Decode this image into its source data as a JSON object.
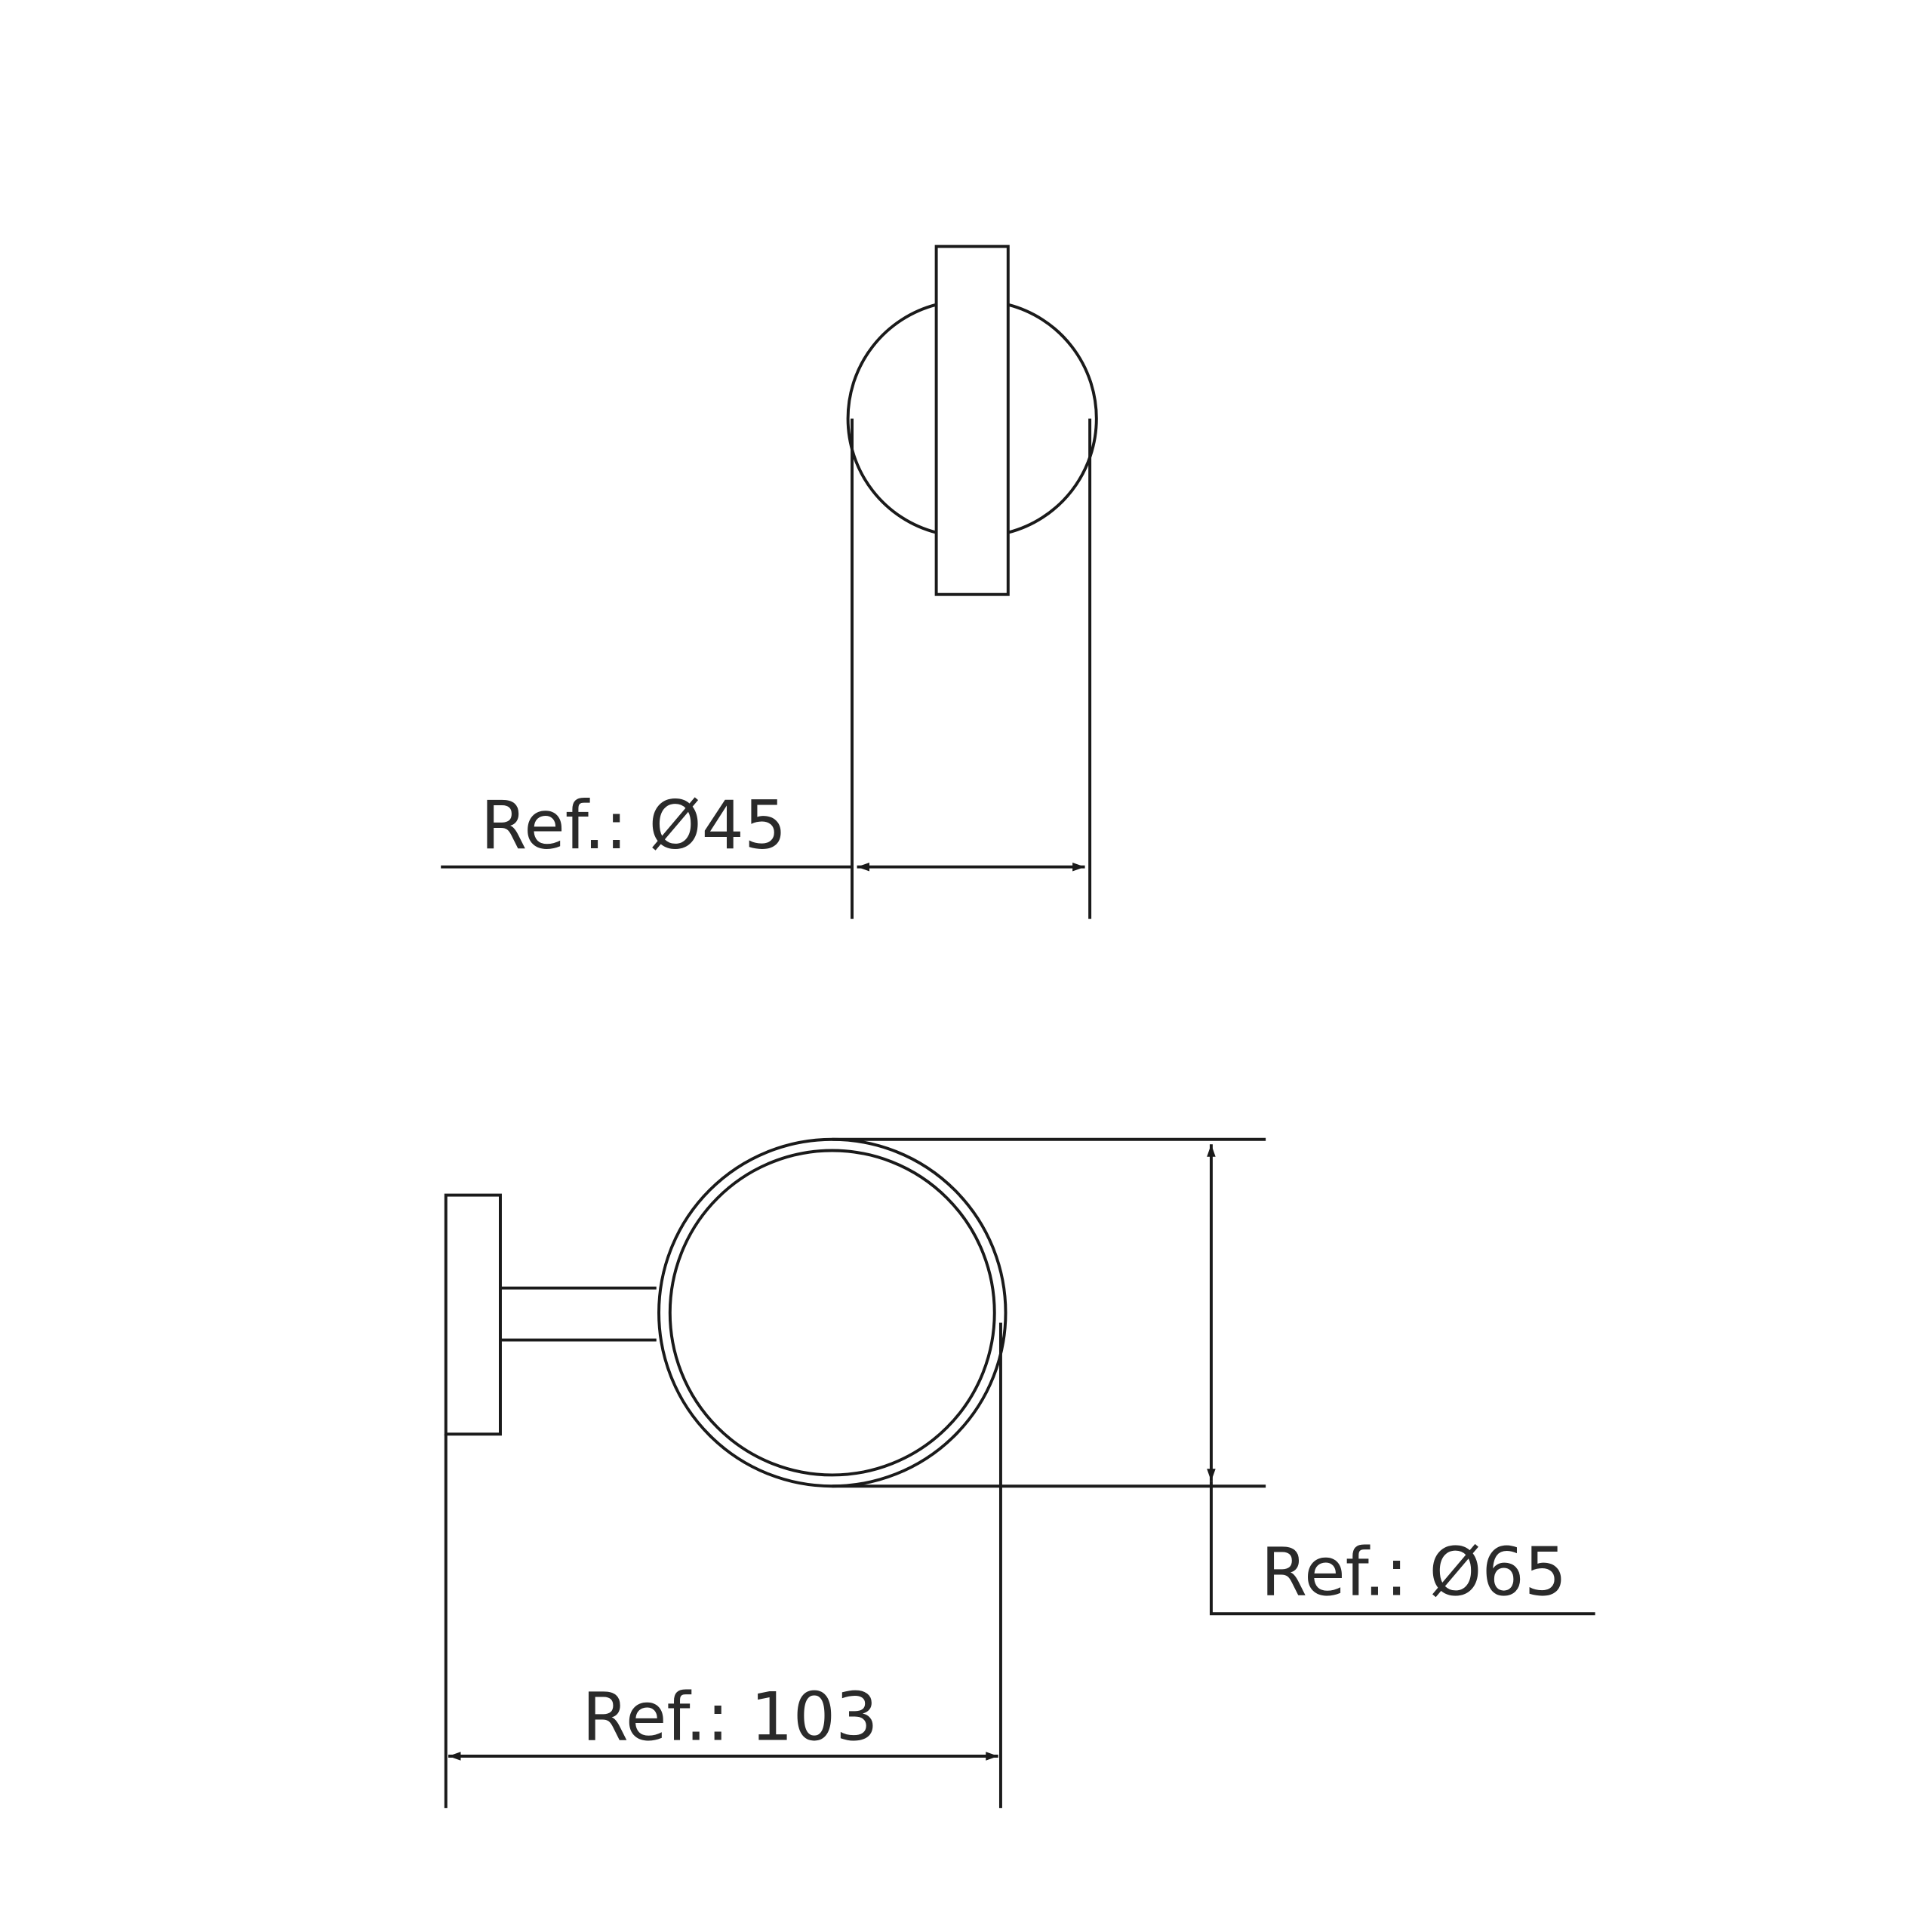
{
  "drawing": {
    "top_view": {
      "dimension_label": "Ref.: Ø45"
    },
    "side_view": {
      "ring_dimension_label": "Ref.: Ø65",
      "depth_dimension_label": "Ref.: 103"
    }
  },
  "colors": {
    "line": "#1a1a1a",
    "background": "#ffffff"
  }
}
